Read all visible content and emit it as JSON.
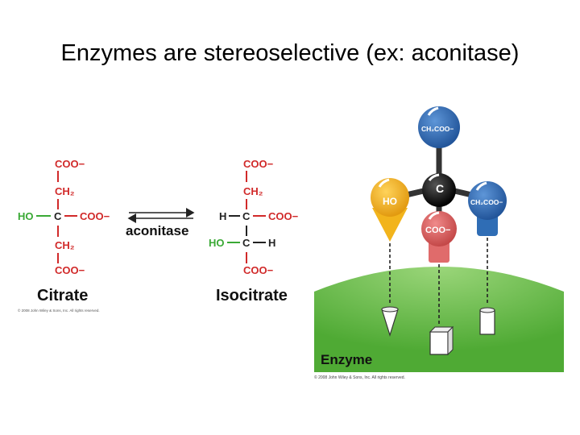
{
  "slide": {
    "title": "Enzymes are stereoselective (ex: aconitase)"
  },
  "colors": {
    "carboxylate": "#d12a2a",
    "hydroxyl": "#3aa935",
    "enzyme_green": "#6cc04a",
    "blue_group": "#2f6db5",
    "yellow_group": "#f2b41c",
    "pink_group": "#e06b6b"
  },
  "reaction": {
    "enzyme_label": "aconitase",
    "citrate": {
      "name": "Citrate",
      "top": "COO−",
      "ch2_top": "CH₂",
      "left": "HO",
      "center": "C",
      "right": "COO−",
      "ch2_bottom": "CH₂",
      "bottom": "COO−"
    },
    "isocitrate": {
      "name": "Isocitrate",
      "top": "COO−",
      "ch2_top": "CH₂",
      "row1_left": "H",
      "row1_center": "C",
      "row1_right": "COO−",
      "row2_left": "HO",
      "row2_center": "C",
      "row2_right": "H",
      "bottom": "COO−"
    },
    "copyright": "© 2008 John Wiley & Sons, Inc. All rights reserved."
  },
  "model": {
    "top_group": "CH₂COO−",
    "center": "C",
    "left_group": "HO",
    "right_group": "CH₂COO−",
    "bottom_group": "COO−",
    "enzyme_label": "Enzyme",
    "copyright": "© 2008 John Wiley & Sons, Inc. All rights reserved."
  }
}
